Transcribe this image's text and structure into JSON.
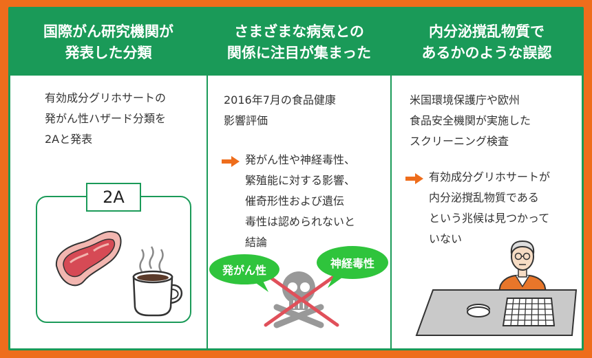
{
  "columns": [
    {
      "heading_lines": [
        "国際がん研究機関が",
        "発表した分類"
      ],
      "text_lines": [
        "有効成分グリホサートの",
        "発がん性ハザード分類を",
        "2Aと発表"
      ],
      "badge": "2A"
    },
    {
      "heading_lines": [
        "さまざまな病気との",
        "関係に注目が集まった"
      ],
      "text_lines": [
        "2016年7月の食品健康",
        "影響評価"
      ],
      "arrow_lines": [
        "発がん性や神経毒性、",
        "繁殖能に対する影響、",
        "催奇形性および遺伝",
        "毒性は認められないと",
        "結論"
      ],
      "bubbles": [
        "発がん性",
        "神経毒性"
      ]
    },
    {
      "heading_lines": [
        "内分泌撹乱物質で",
        "あるかのような誤認"
      ],
      "text_lines": [
        "米国環境保護庁や欧州",
        "食品安全機関が実施した",
        "スクリーニング検査"
      ],
      "arrow_lines": [
        "有効成分グリホサートが",
        "内分泌撹乱物質である",
        "という兆候は見つかって",
        "いない"
      ]
    }
  ],
  "colors": {
    "border": "#ee6d1c",
    "green": "#1a9a58",
    "arrow": "#ee6d1c",
    "bubble": "#2fc43c",
    "cross": "#e0505a"
  },
  "icons": [
    "meat-icon",
    "coffee-cup-icon",
    "skull-icon",
    "person-icon",
    "desk-calculator-icon"
  ]
}
